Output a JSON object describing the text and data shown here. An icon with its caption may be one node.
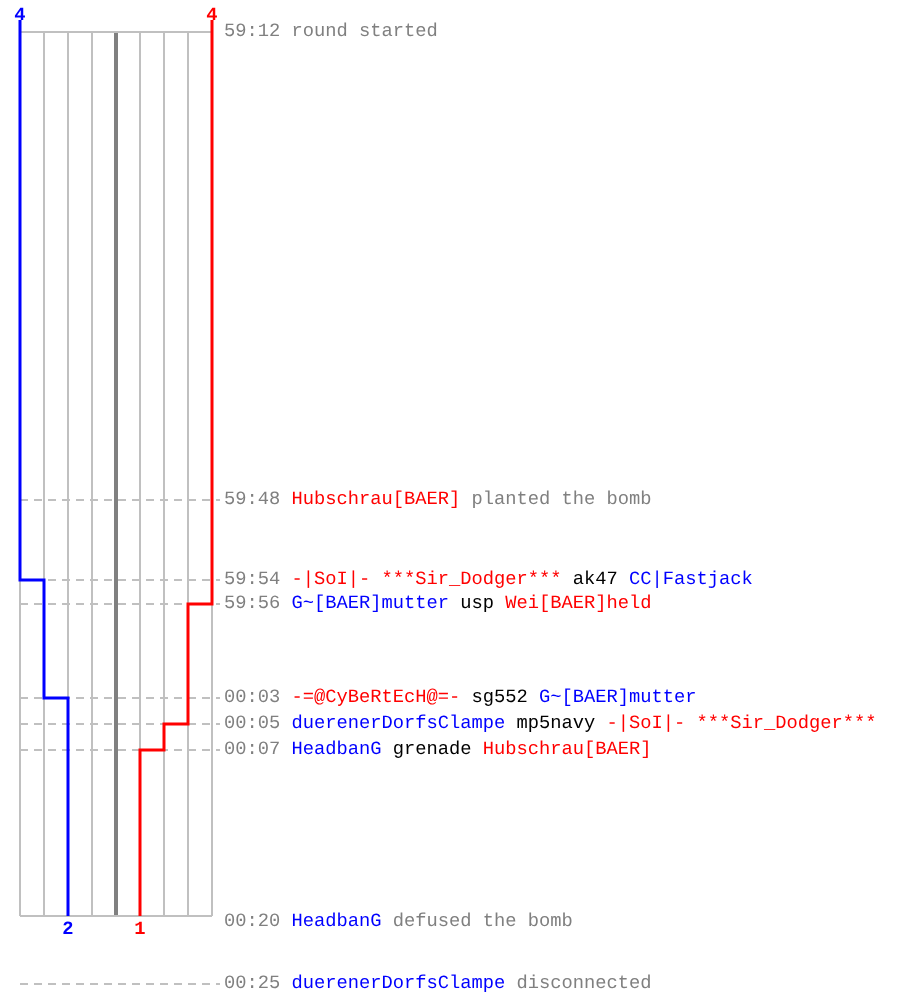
{
  "diagram": {
    "labels": [
      "4",
      "4",
      "59:12",
      "round started",
      "59:48",
      "Hubschrau[BAER]",
      "planted the bomb",
      "59:54",
      "-|SoI|- ***Sir_Dodger***",
      "ak47",
      "CC|Fastjack",
      "59:56",
      "G~[BAER]mutter",
      "usp",
      "Wei[BAER]held",
      "00:03",
      "-=@CyBeRtEcH@=-",
      "sg552",
      "G~[BAER]mutter",
      "00:05",
      "duerenerDorfsClampe",
      "mp5navy",
      "-|SoI|- ***Sir_Dodger***",
      "00:07",
      "HeadbanG",
      "grenade",
      "Hubschrau[BAER]",
      "2",
      "1",
      "00:20",
      "HeadbanG",
      "defused the bomb",
      "00:25",
      "duerenerDorfsClampe",
      "disconnected"
    ]
  }
}
